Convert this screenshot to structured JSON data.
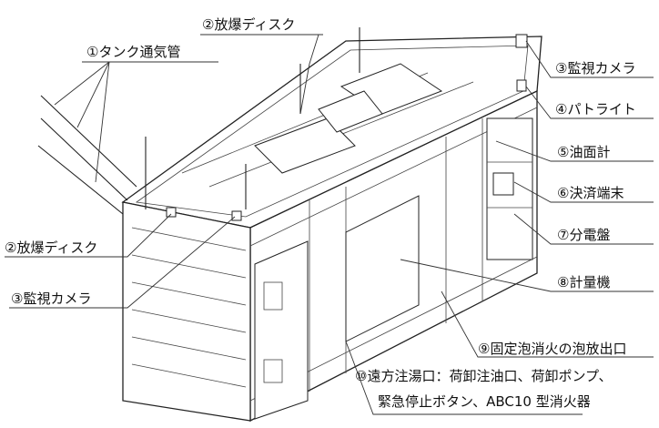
{
  "labels": {
    "vent_pipe": "①タンク通気管",
    "burst_disk_top": "②放爆ディスク",
    "camera_right": "③監視カメラ",
    "patlite": "④パトライト",
    "level_gauge": "⑤油面計",
    "payment_terminal": "⑥決済端末",
    "distribution_board": "⑦分電盤",
    "meter": "⑧計量機",
    "foam_outlet": "⑨固定泡消火の泡放出口",
    "remote_port_line1": "⑩遠方注湯口：荷卸注油口、荷卸ポンプ、",
    "remote_port_line2": "緊急停止ボタン、ABC10 型消火器",
    "burst_disk_left": "②放爆ディスク",
    "camera_left": "③監視カメラ"
  }
}
